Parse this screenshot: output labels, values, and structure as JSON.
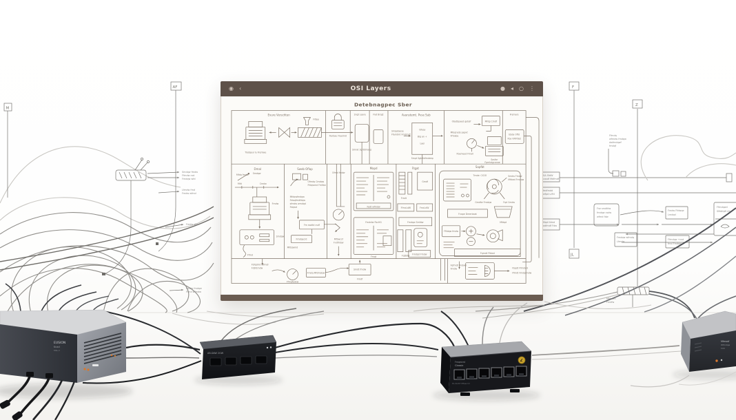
{
  "window": {
    "title": "OSI Layers",
    "left_icons": [
      {
        "name": "apps-icon",
        "glyph": "◉"
      },
      {
        "name": "back-icon",
        "glyph": "‹"
      }
    ],
    "right_icons": [
      {
        "name": "record-icon",
        "glyph": "●"
      },
      {
        "name": "back-small-icon",
        "glyph": "◂"
      },
      {
        "name": "refresh-icon",
        "glyph": "○"
      },
      {
        "name": "kebab-icon",
        "glyph": "⋮"
      }
    ],
    "diagram": {
      "subtitle": "Detebnagpec Sber",
      "top": [
        "Evure Verschten",
        "Filtee",
        "Trodqeur & Fremiae",
        "Fierbau Fleemid",
        "Sngt Leare",
        "Smrat Sgrbtmaep",
        "Flat Brsgt",
        "Avanstemt. Pvse Sub",
        "Smqataese",
        "Ffamtmt Fmdmdf",
        "Gfeey",
        "Blg an +",
        "Laei",
        "Smpt Sgtdtbfmdeep",
        "Obetbpaed geteif",
        "Mfdg Cmdf",
        "Mfeqrado papvt",
        "Frfvabe",
        "Fbemeed Fmall",
        "Sasfar",
        "Fperlaigcanae",
        "Fremars",
        "Ebda Offd",
        "Fba VRFfdet"
      ],
      "mid": [
        "Dmal",
        "Mfdq fmdw",
        "Smdqw",
        "Mfd",
        "Cmdw",
        "Fmdw",
        "Smdqw",
        "Ffmd",
        "Sweb Oflap",
        "Ofmdq Cmdqw",
        "Ffdqwmd Fmfdw",
        "Mfdqwfmdqw",
        "Fdwqfmdfdqw",
        "sfmdw wmdqd",
        "Fdqwd",
        "Fm swdtd csdf",
        "Fmdqecrd",
        "Mfdqwmd",
        "Ofmd fmdw",
        "Mfbwcsf",
        "Fvdfmbw",
        "Mapd",
        "Fadt wfmdw",
        "Fmdsfw FbcHG",
        "Fmqt",
        "Ftgat",
        "Fmdt",
        "Gmdf",
        "Ffmd-dW",
        "Fmd-dW",
        "Fmdqw Smfdw",
        "Fmdqd Fmdw",
        "FqDdW",
        "Sapfbt",
        "Tmde: CICIO",
        "Smdw Fmdw",
        "Mfdwd Fmdqw",
        "Gmdfw Fmdqw",
        "Fqd Cmdw",
        "Fvape Dreerbaat",
        "Mfdqd",
        "FMdqw fmdw",
        "Fqmdt Ffdwd"
      ],
      "bottom": [
        "Fbfqdmt Wfmdr",
        "Fdbfcmdw",
        "Ffmqfedsw",
        "Fmdq Mfdmdqw",
        "Smdt fmdw",
        "Fmdf",
        "Fqfmdt fmdwd",
        "Fmdw",
        "Fbqdt Ffmdwd",
        "Ffmdt Fmdqfmdw"
      ]
    }
  },
  "scene": {
    "markers": {
      "top_left": "M",
      "mid_left": "AF",
      "right_f": "F",
      "right_z": "Z",
      "right_jl": "JL"
    }
  },
  "left_sketch": {
    "labels": [
      "Smdqw fmdw",
      "Ffmdw csd",
      "Fmdqw wfd",
      "Lfmdw fmd",
      "Fmdw wfmd",
      "Fmdw sfdw",
      "Fmdw fmdqw",
      "Ffmd wfmdw"
    ]
  },
  "right_sketch": {
    "labels": [
      "SA SfdW",
      "casdf Mdfmdf",
      "Ffedfmdd",
      "Fwfpd s.ffd",
      "Mqd fdmd",
      "adfmdf Fdw",
      "Fse smdfdw",
      "fmdqw csdw",
      "wfmd fdw",
      "Fmdw Ffdwqe",
      "Lmdqd",
      "Fmdqw wfmdq",
      "Lfmdw",
      "Ffmdqw +csd",
      "fmd Fmdqw",
      "Ffmdqwd",
      "SMdfqW Lfs",
      "Ffmdq",
      "wfmdw fmdqw",
      "dwfmdqwf",
      "fmdqf",
      "Mfdwfm",
      "Fmdfw"
    ]
  },
  "devices": {
    "router_a": {
      "line1": "EUSION",
      "line2": "Knad",
      "line3": "Mfe-d"
    },
    "switch_b": {
      "label": "AB-DAW 2GW"
    },
    "switch_c": {
      "brand": "Fmqesmt",
      "model": "Classic",
      "footer": "PL-SGST   Mfew-td"
    },
    "box_d": {
      "line1": "Mfewdf",
      "line2": "Wfmdqw",
      "line3": "fdW"
    }
  },
  "colors": {
    "titlebar": "#5e5149",
    "bottombar": "#6b5c51",
    "ink": "#7c7165",
    "gold": "#c9a22b",
    "led_orange": "#d9782d"
  }
}
